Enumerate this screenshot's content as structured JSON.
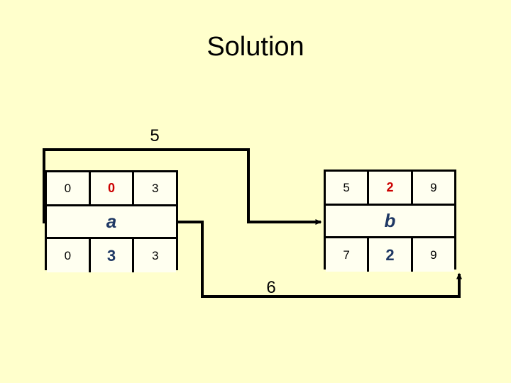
{
  "slide": {
    "title": "Solution",
    "background_color": "#FFFFCC",
    "text_color": "#000000",
    "accent_red": "#CC0000",
    "accent_blue": "#1F3864"
  },
  "nodes": [
    {
      "id": "a",
      "name": "a",
      "top_row": [
        {
          "value": "0",
          "color": "black"
        },
        {
          "value": "0",
          "color": "red"
        },
        {
          "value": "3",
          "color": "black"
        }
      ],
      "bottom_row": [
        {
          "value": "0",
          "color": "black"
        },
        {
          "value": "3",
          "color": "blue"
        },
        {
          "value": "3",
          "color": "black"
        }
      ]
    },
    {
      "id": "b",
      "name": "b",
      "top_row": [
        {
          "value": "5",
          "color": "black"
        },
        {
          "value": "2",
          "color": "red"
        },
        {
          "value": "9",
          "color": "black"
        }
      ],
      "bottom_row": [
        {
          "value": "7",
          "color": "black"
        },
        {
          "value": "2",
          "color": "blue"
        },
        {
          "value": "9",
          "color": "black"
        }
      ]
    }
  ],
  "edges": [
    {
      "id": "edge-top",
      "label": "5",
      "from": "a",
      "to": "b"
    },
    {
      "id": "edge-bottom",
      "label": "6",
      "from": "a",
      "to": "b"
    }
  ]
}
